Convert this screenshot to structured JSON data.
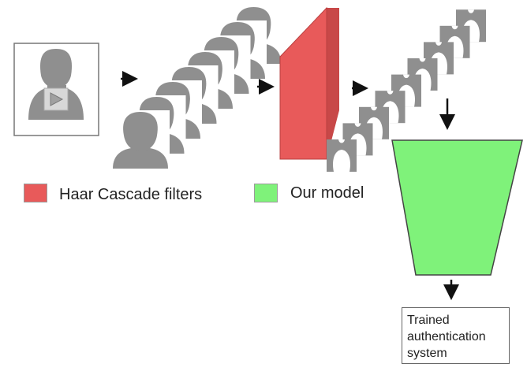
{
  "legend": [
    {
      "label": "Haar Cascade filters",
      "color": "#e85a5a"
    },
    {
      "label": "Our model",
      "color": "#7ff27a"
    }
  ],
  "output": {
    "lines": [
      "Trained",
      "authentication",
      "system"
    ]
  },
  "colors": {
    "silhouette": "#8f8f8f",
    "cascade_front": "#e85a5a",
    "cascade_top": "#f06080",
    "cascade_side": "#c84848",
    "model": "#7ff27a",
    "border": "#555555",
    "arrow": "#111111"
  },
  "icons": {
    "input_video": "person-video-icon",
    "frames": "person-silhouette-icon",
    "faces": "face-crop-icon"
  },
  "counts": {
    "frames": 8,
    "faces": 9
  }
}
